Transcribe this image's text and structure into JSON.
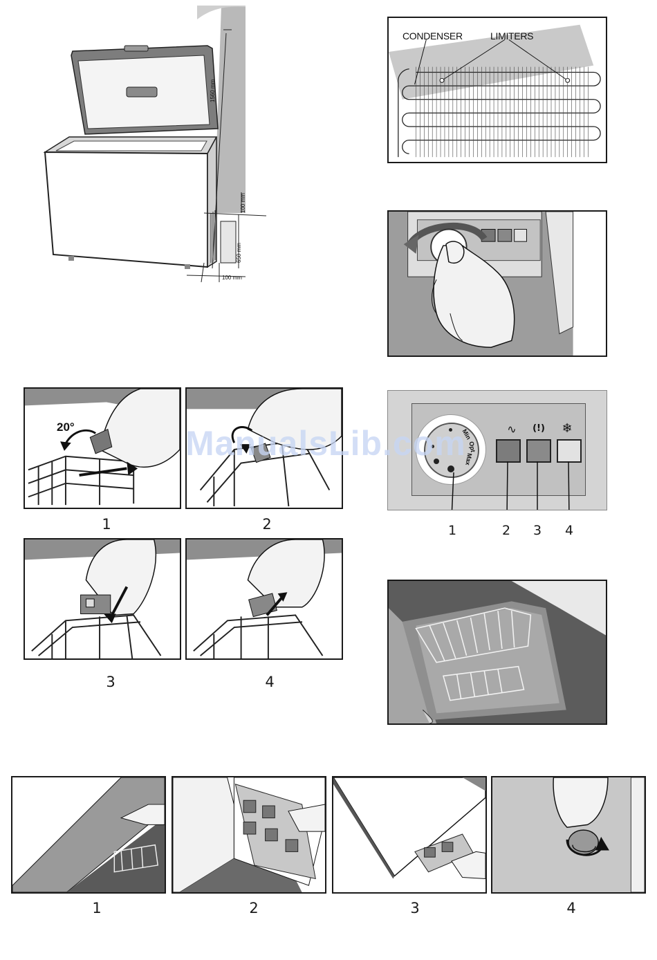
{
  "top_left": {
    "dimensions": {
      "height": "1560 mm",
      "top_gap": "100 mm",
      "side_gap": "650 mm",
      "bottom_gap": "100 mm"
    }
  },
  "condenser_panel": {
    "condenser_label": "CONDENSER",
    "limiters_label": "LIMITERS"
  },
  "basket_steps": {
    "angle_label": "20°",
    "numbers": [
      "1",
      "2",
      "3",
      "4"
    ]
  },
  "control_panel": {
    "dial_labels": [
      "Min",
      "Opt",
      "Max"
    ],
    "callouts": [
      "1",
      "2",
      "3",
      "4"
    ],
    "indicator_symbols": [
      "∿",
      "(!)",
      "❄"
    ]
  },
  "bottom_steps": {
    "numbers": [
      "1",
      "2",
      "3",
      "4"
    ]
  },
  "watermark": {
    "text": "ManualsLib.com"
  }
}
